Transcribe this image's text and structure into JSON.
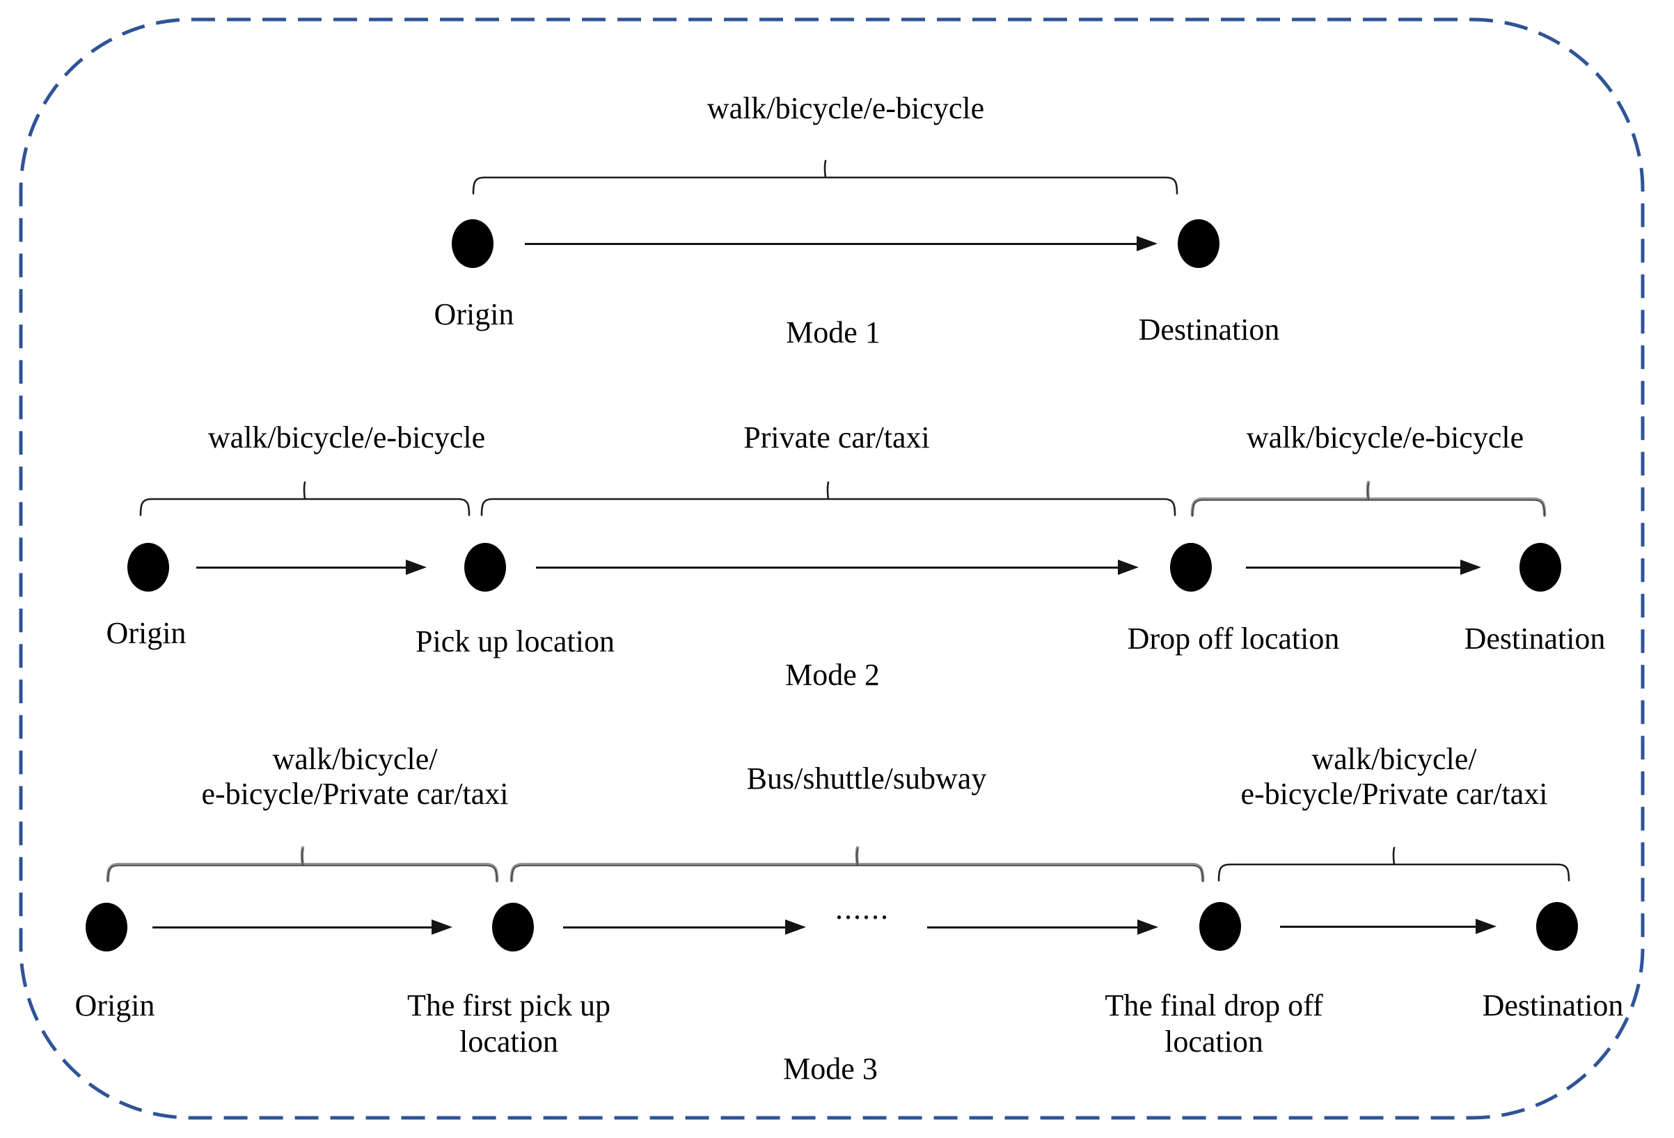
{
  "figure": {
    "description": "Three travel mode diagrams from origin to destination",
    "border_color": "#2F5496",
    "node_color": "#000000",
    "gray_brace_color": "#8f8f8f",
    "modes": [
      {
        "name": "Mode 1",
        "segments": [
          {
            "label": "walk/bicycle/e-bicycle"
          }
        ],
        "nodes": [
          {
            "label": "Origin"
          },
          {
            "label": "Destination"
          }
        ]
      },
      {
        "name": "Mode 2",
        "segments": [
          {
            "label": "walk/bicycle/e-bicycle"
          },
          {
            "label": "Private car/taxi"
          },
          {
            "label": "walk/bicycle/e-bicycle"
          }
        ],
        "nodes": [
          {
            "label": "Origin"
          },
          {
            "label": "Pick up location"
          },
          {
            "label": "Drop off location"
          },
          {
            "label": "Destination"
          }
        ]
      },
      {
        "name": "Mode 3",
        "segments": [
          {
            "line1": "walk/bicycle/",
            "line2": "e-bicycle/Private car/taxi"
          },
          {
            "label": "Bus/shuttle/subway"
          },
          {
            "line1": "walk/bicycle/",
            "line2": "e-bicycle/Private car/taxi"
          }
        ],
        "nodes": [
          {
            "label": "Origin"
          },
          {
            "line1": "The first pick up",
            "line2": "location"
          },
          {
            "line1": "The final drop off",
            "line2": "location"
          },
          {
            "label": "Destination"
          }
        ],
        "ellipsis": "......"
      }
    ]
  }
}
